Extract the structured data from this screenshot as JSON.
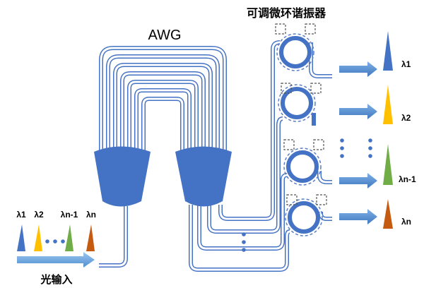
{
  "labels": {
    "awg": "AWG",
    "resonator": "可调微环谐振器",
    "input": "光输入"
  },
  "input_wavelengths": [
    {
      "label": "λ1",
      "color": "#4472c4"
    },
    {
      "label": "λ2",
      "color": "#ffc000"
    },
    {
      "label": "λn-1",
      "color": "#70ad47"
    },
    {
      "label": "λn",
      "color": "#c55a11"
    }
  ],
  "output_wavelengths": [
    {
      "label": "λ1",
      "color": "#4472c4"
    },
    {
      "label": "λ2",
      "color": "#ffc000"
    },
    {
      "label": "λn-1",
      "color": "#70ad47"
    },
    {
      "label": "λn",
      "color": "#c55a11"
    }
  ],
  "colors": {
    "waveguide": "#4472c4",
    "awg_body": "#4472c4",
    "arrow": "#4a86c8",
    "ring_dash": "#5b7fc4"
  }
}
